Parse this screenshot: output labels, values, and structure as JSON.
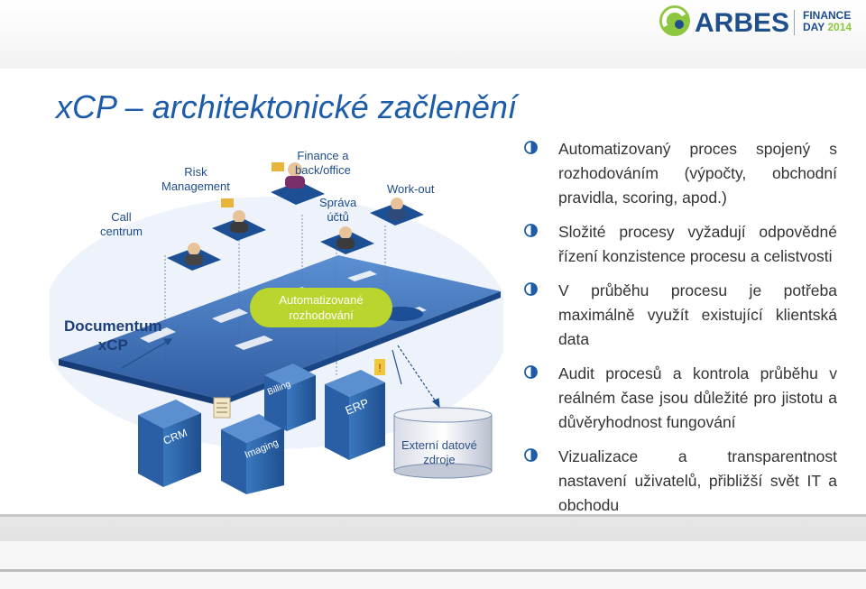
{
  "slide": {
    "title": "xCP – architektonické začlenění"
  },
  "logo": {
    "brand": "ARBES",
    "event_line1": "FINANCE",
    "event_line2": "DAY",
    "event_year": "2014"
  },
  "diagram": {
    "call_center": "Call\ncentrum",
    "risk_management": "Risk\nManagement",
    "finance_back_office": "Finance a\nback/office",
    "account_management": "Správa\núčtů",
    "work_out": "Work-out",
    "documentum": "Documentum\nxCP",
    "automated_decision": "Automatizované\nrozhodování",
    "crm": "CRM",
    "imaging": "Imaging",
    "billing": "Billing",
    "erp": "ERP",
    "external_sources": "Externí datové\nzdroje"
  },
  "bullets": [
    {
      "text": "Automatizovaný proces spojený s rozhodováním (výpočty, obchodní pravidla, scoring, apod.)"
    },
    {
      "text": "Složité procesy vyžadují odpovědné řízení konzistence procesu a celistvosti"
    },
    {
      "text": "V průběhu procesu je potřeba maximálně využít existující klientská data"
    },
    {
      "text": "Audit procesů a kontrola průběhu v reálném čase jsou důležité pro jistotu a důvěryhodnost fungování"
    },
    {
      "text": "Vizualizace a transparentnost nastavení uživatelů, přibližší svět IT a obchodu"
    }
  ],
  "colors": {
    "title": "#1d5ca8",
    "accent_green": "#b9d52e",
    "platform_blue": "#2d65b3",
    "server_blue": "#2f6aae",
    "bullet_icon": "#1d5ca8"
  }
}
